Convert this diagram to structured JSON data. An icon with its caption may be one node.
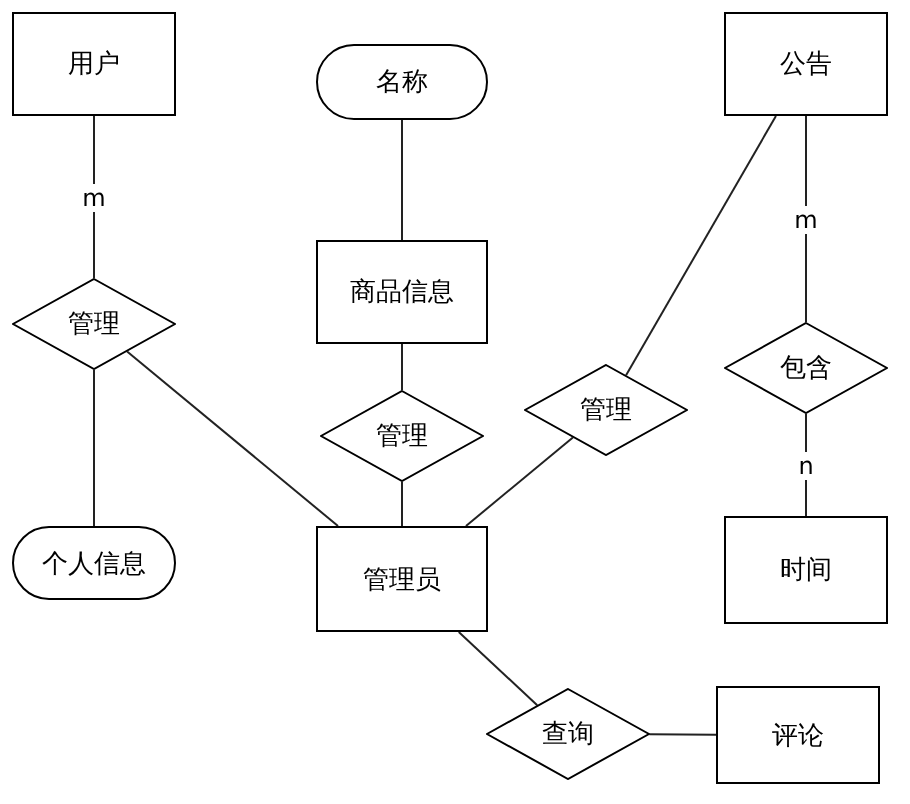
{
  "diagram": {
    "nodes": [
      {
        "text": [
          "用户"
        ]
      },
      {
        "text": [
          "名称"
        ]
      },
      {
        "text": [
          "公告"
        ]
      },
      {
        "text": [
          "商品信息"
        ]
      },
      {
        "text": [
          "管理"
        ]
      },
      {
        "text": [
          "包含"
        ]
      },
      {
        "text": [
          "管理"
        ]
      },
      {
        "text": [
          "管理"
        ]
      },
      {
        "text": [
          "个人信息"
        ]
      },
      {
        "text": [
          "管理员"
        ]
      },
      {
        "text": [
          "时间"
        ]
      },
      {
        "text": [
          "查询"
        ]
      },
      {
        "text": [
          "评论"
        ]
      }
    ],
    "edges": [
      {
        "from": 0,
        "to": 4,
        "arrow": "none",
        "label": "m"
      },
      {
        "from": 4,
        "to": 8,
        "arrow": "none"
      },
      {
        "from": 4,
        "to": 9,
        "arrow": "none"
      },
      {
        "from": 1,
        "to": 3,
        "arrow": "none"
      },
      {
        "from": 3,
        "to": 6,
        "arrow": "none"
      },
      {
        "from": 6,
        "to": 9,
        "arrow": "none"
      },
      {
        "from": 2,
        "to": 7,
        "arrow": "none"
      },
      {
        "from": 7,
        "to": 9,
        "arrow": "none"
      },
      {
        "from": 2,
        "to": 5,
        "arrow": "none",
        "label": "m"
      },
      {
        "from": 5,
        "to": 10,
        "arrow": "none",
        "label": "n"
      },
      {
        "from": 9,
        "to": 11,
        "arrow": "none"
      },
      {
        "from": 11,
        "to": 12,
        "arrow": "none"
      }
    ]
  }
}
